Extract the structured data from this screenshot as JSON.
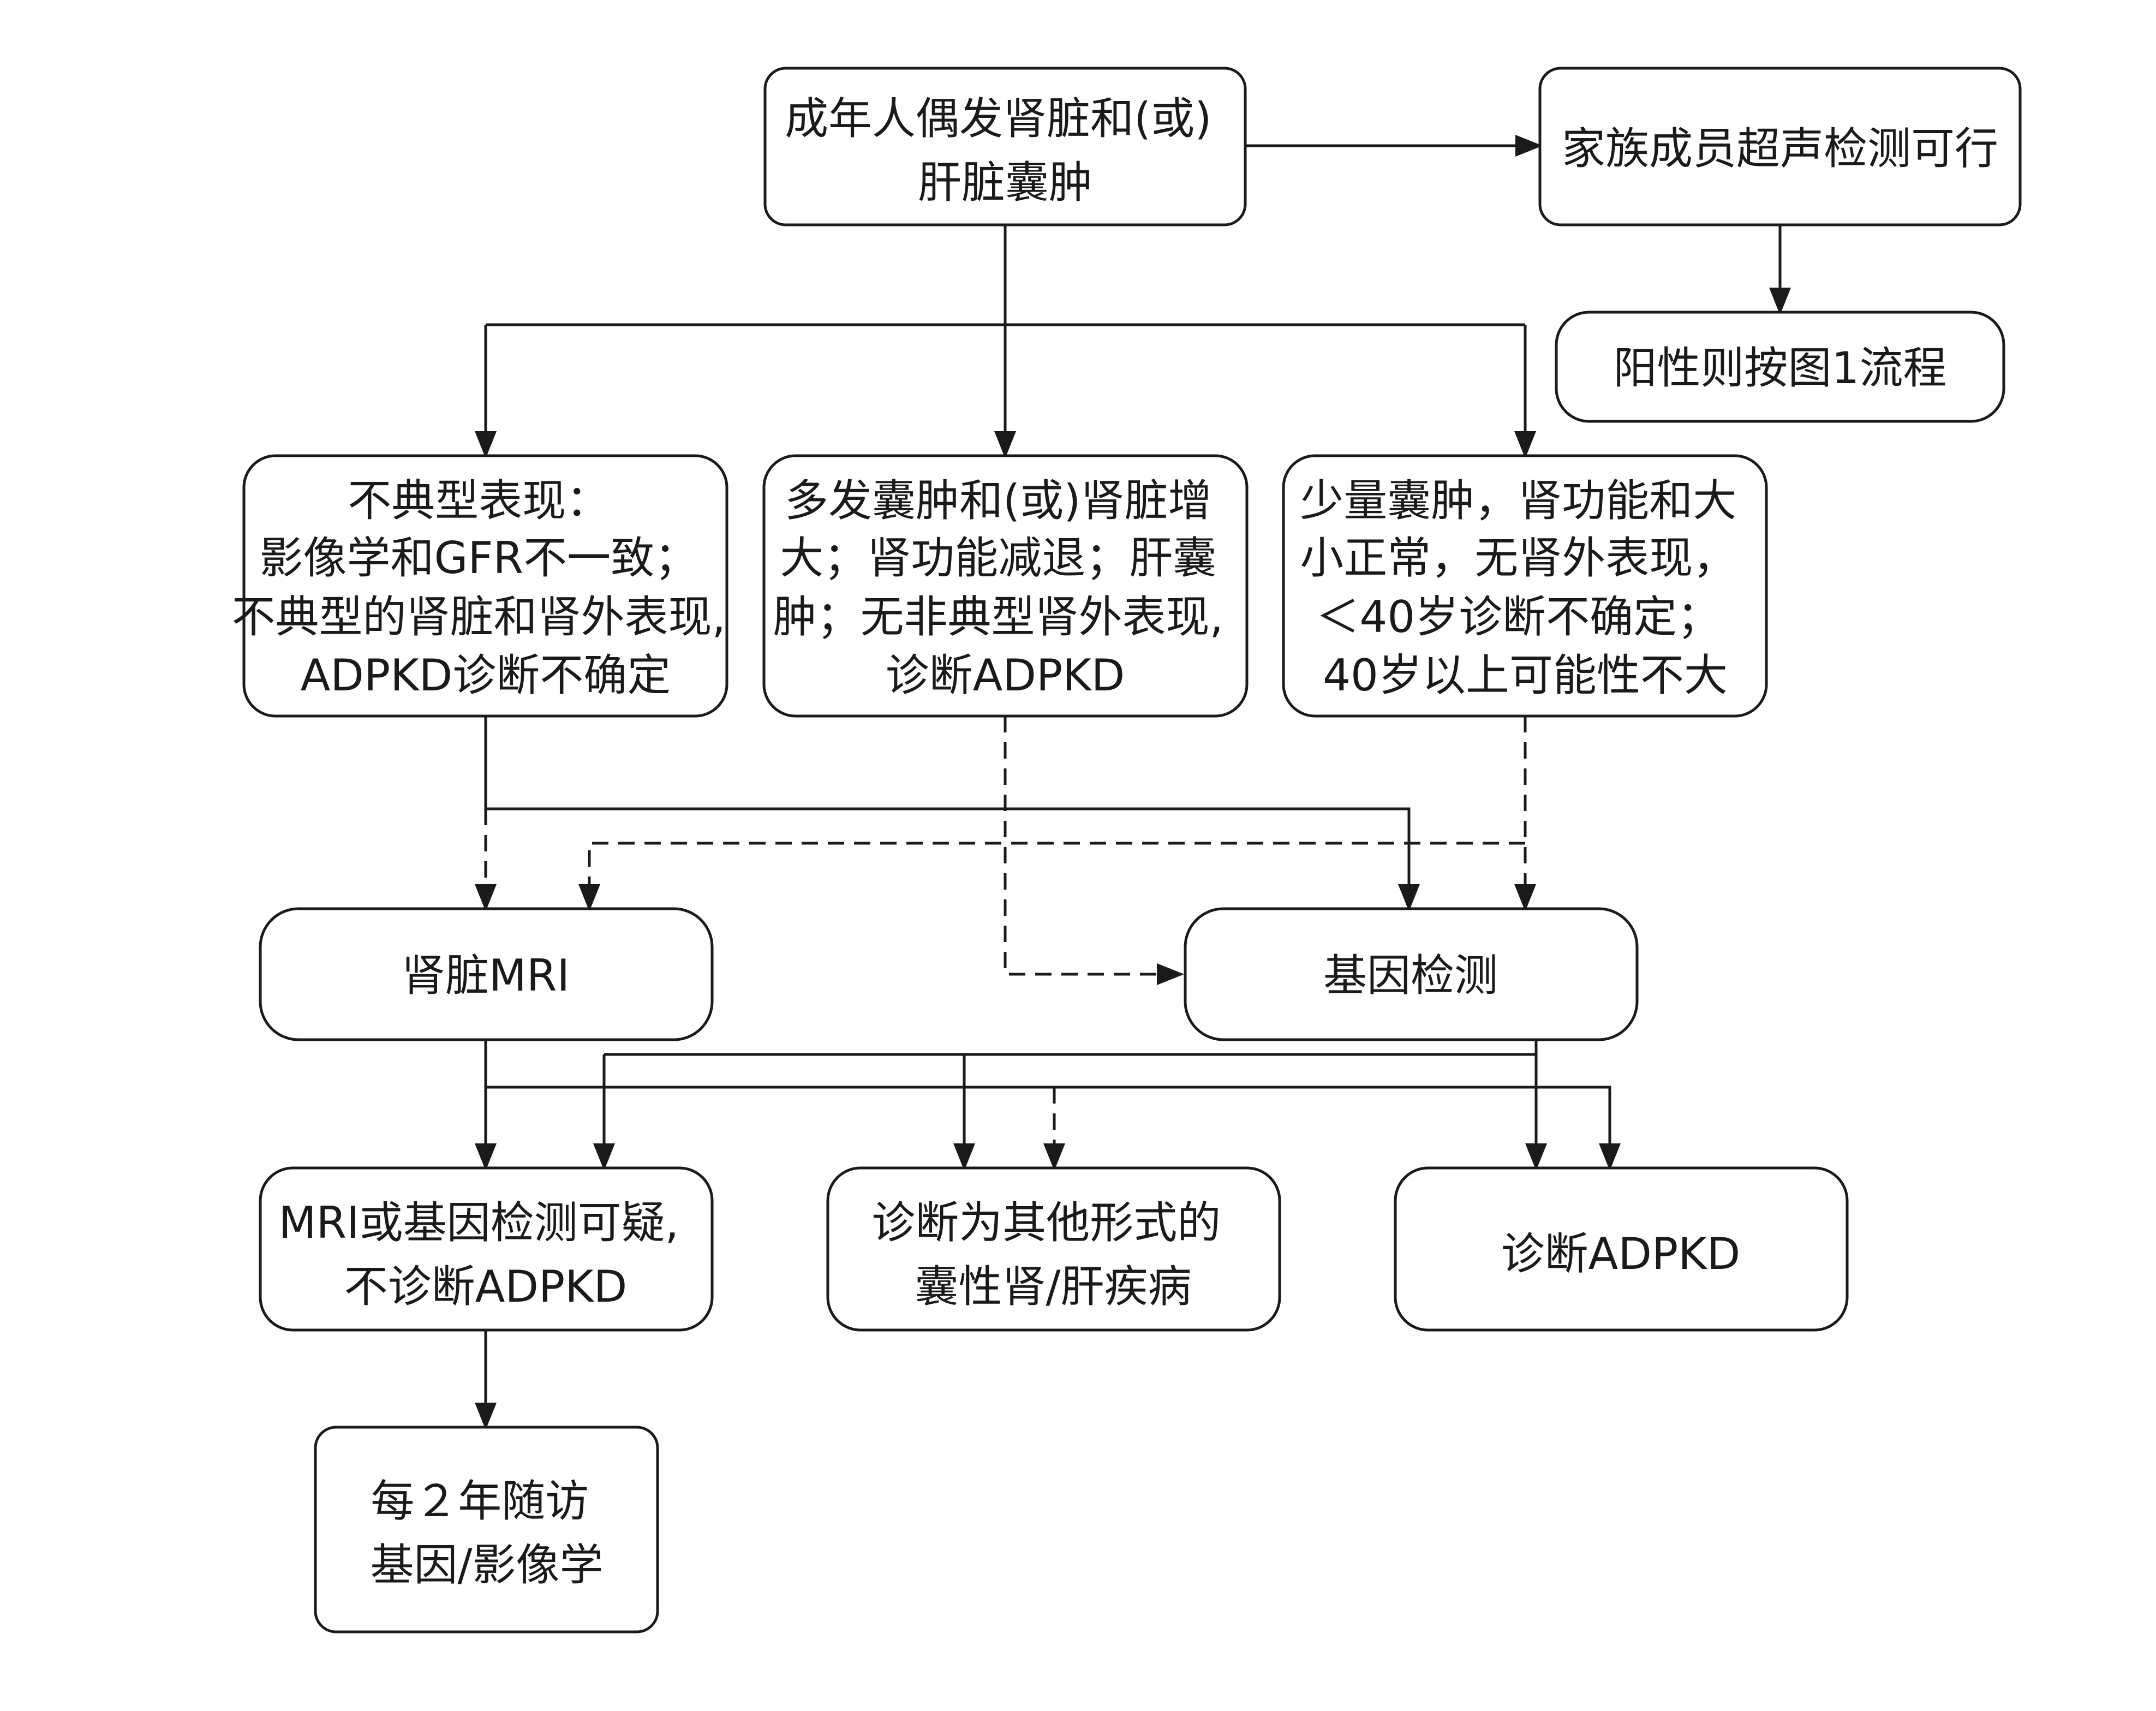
{
  "nodes": {
    "adult_cysts": {
      "lines": [
        "成年人偶发肾脏和(或)",
        "肝脏囊肿"
      ]
    },
    "family_us": {
      "lines": [
        "家族成员超声检测可行"
      ]
    },
    "positive_fig1": {
      "lines": [
        "阳性则按图1流程"
      ]
    },
    "atypical": {
      "lines": [
        "不典型表现：",
        "影像学和GFR不一致；",
        "不典型的肾脏和肾外表现,",
        "ADPKD诊断不确定"
      ]
    },
    "multiple_cysts": {
      "lines": [
        "多发囊肿和(或)肾脏增",
        "大；肾功能减退；肝囊",
        "肿；无非典型肾外表现,",
        "诊断ADPKD"
      ]
    },
    "few_cysts": {
      "lines": [
        "少量囊肿，肾功能和大",
        "小正常，无肾外表现，",
        "＜40岁诊断不确定；",
        "40岁以上可能性不大"
      ]
    },
    "kidney_mri": {
      "lines": [
        "肾脏MRI"
      ]
    },
    "genetic_test": {
      "lines": [
        "基因检测"
      ]
    },
    "suspicious": {
      "lines": [
        "MRI或基因检测可疑,",
        "不诊断ADPKD"
      ]
    },
    "other_disease": {
      "lines": [
        "诊断为其他形式的",
        "囊性肾/肝疾病"
      ]
    },
    "dx_adpkd": {
      "lines": [
        "诊断ADPKD"
      ]
    },
    "followup": {
      "lines": [
        "每２年随访",
        "基因/影像学"
      ]
    }
  }
}
